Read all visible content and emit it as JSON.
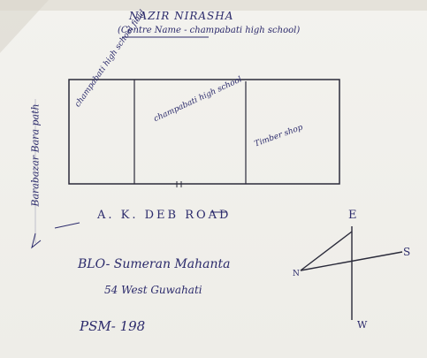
{
  "header": {
    "title": "NAZIR NIRASHA",
    "subtitle": "(Centre Name - champabati high school)"
  },
  "plots": {
    "left": "champabati high school field",
    "middle": "champabati high school",
    "right": "Timber shop"
  },
  "side_road": "Barabazar Bara path",
  "road": "A. K. DEB ROAD",
  "directions": {
    "east": "E",
    "south": "S",
    "north": "N",
    "west": "W"
  },
  "footer": {
    "blo": "BLO- Sumeran Mahanta",
    "ward": "54 West Guwahati",
    "psm": "PSM- 198"
  },
  "colors": {
    "ink": "#2b2a6b",
    "paper": "#f1f0ec"
  }
}
